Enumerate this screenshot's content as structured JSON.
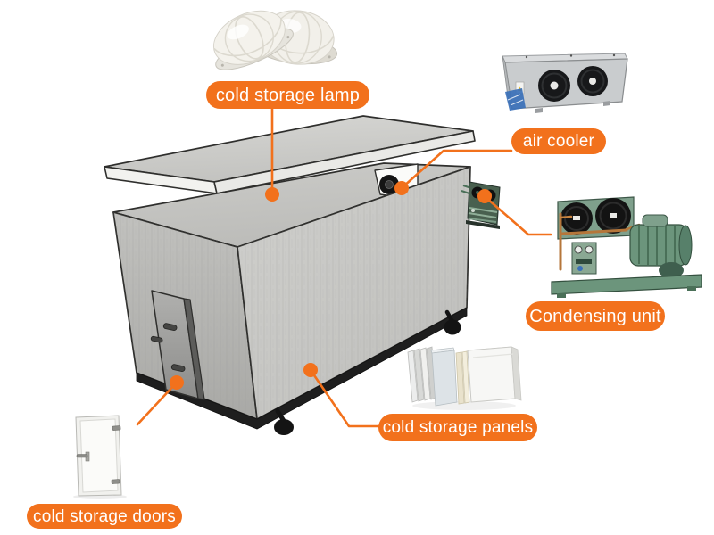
{
  "colors": {
    "accent": "#f2711c",
    "label_text_color": "#ffffff",
    "background": "#ffffff"
  },
  "labels": {
    "lamp": "cold storage lamp",
    "air_cooler": "air cooler",
    "condensing_unit": "Condensing unit",
    "panels": "cold storage panels",
    "doors": "cold storage doors"
  }
}
